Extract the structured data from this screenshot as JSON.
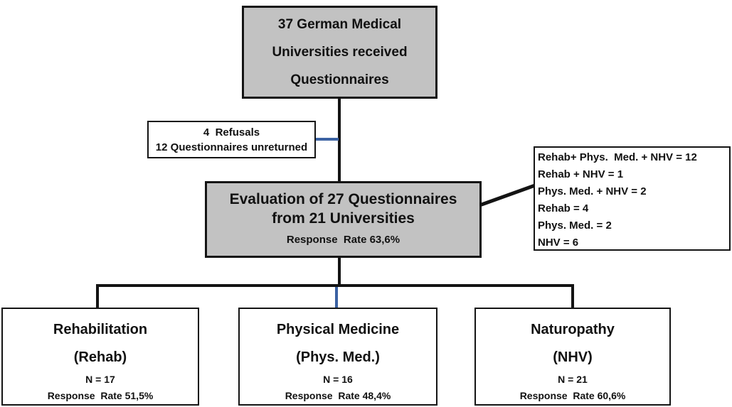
{
  "colors": {
    "box_fill_gray": "#c2c2c2",
    "box_fill_white": "#ffffff",
    "border_black": "#141414",
    "connector_black": "#141414",
    "connector_blue": "#3b62a3"
  },
  "nodes": {
    "top": {
      "lines": [
        "37 German Medical",
        "Universities received",
        "Questionnaires"
      ]
    },
    "refusals": {
      "lines": [
        "4  Refusals",
        "12 Questionnaires unreturned"
      ]
    },
    "evaluation": {
      "title_line1": "Evaluation of 27 Questionnaires",
      "title_line2": "from 21 Universities",
      "response_rate": "Response  Rate 63,6%"
    },
    "breakdown": {
      "lines": [
        "Rehab+ Phys.  Med. + NHV = 12",
        "Rehab + NHV = 1",
        "Phys. Med. + NHV = 2",
        "Rehab = 4",
        "Phys. Med. = 2",
        "NHV = 6"
      ]
    },
    "rehabilitation": {
      "title": "Rehabilitation",
      "abbr": "(Rehab)",
      "n": "N = 17",
      "response_rate": "Response  Rate 51,5%"
    },
    "physical_medicine": {
      "title": "Physical Medicine",
      "abbr": "(Phys. Med.)",
      "n": "N = 16",
      "response_rate": "Response  Rate 48,4%"
    },
    "naturopathy": {
      "title": "Naturopathy",
      "abbr": "(NHV)",
      "n": "N = 21",
      "response_rate": "Response  Rate 60,6%"
    }
  }
}
